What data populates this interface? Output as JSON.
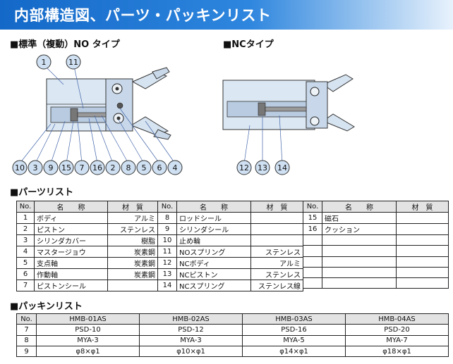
{
  "title": "内部構造図、パーツ・パッキンリスト",
  "diagram": {
    "no_heading": "■標準（複動）NO タイプ",
    "nc_heading": "■NCタイプ",
    "no_callouts": [
      "1",
      "11",
      "10",
      "3",
      "9",
      "15",
      "7",
      "16",
      "2",
      "8",
      "5",
      "6",
      "4"
    ],
    "nc_callouts": [
      "12",
      "13",
      "14"
    ]
  },
  "parts": {
    "heading": "■パーツリスト",
    "headers": {
      "no": "No.",
      "name": "名　　称",
      "material": "材　質"
    },
    "col1": [
      {
        "no": "1",
        "name": "ボディ",
        "material": "アルミ"
      },
      {
        "no": "2",
        "name": "ピストン",
        "material": "ステンレス"
      },
      {
        "no": "3",
        "name": "シリンダカバー",
        "material": "樹脂"
      },
      {
        "no": "4",
        "name": "マスタージョウ",
        "material": "炭素鋼"
      },
      {
        "no": "5",
        "name": "支点軸",
        "material": "炭素鋼"
      },
      {
        "no": "6",
        "name": "作動軸",
        "material": "炭素鋼"
      },
      {
        "no": "7",
        "name": "ピストンシール",
        "material": ""
      }
    ],
    "col2": [
      {
        "no": "8",
        "name": "ロッドシール",
        "material": ""
      },
      {
        "no": "9",
        "name": "シリンダシール",
        "material": ""
      },
      {
        "no": "10",
        "name": "止め輪",
        "material": ""
      },
      {
        "no": "11",
        "name": "NOスプリング",
        "material": "ステンレス"
      },
      {
        "no": "12",
        "name": "NCボディ",
        "material": "アルミ"
      },
      {
        "no": "13",
        "name": "NCピストン",
        "material": "ステンレス"
      },
      {
        "no": "14",
        "name": "NCスプリング",
        "material": "ステンレス線"
      }
    ],
    "col3": [
      {
        "no": "15",
        "name": "磁石",
        "material": ""
      },
      {
        "no": "16",
        "name": "クッション",
        "material": ""
      }
    ]
  },
  "packing": {
    "heading": "■パッキンリスト",
    "headers": [
      "No.",
      "HMB-01AS",
      "HMB-02AS",
      "HMB-03AS",
      "HMB-04AS"
    ],
    "rows": [
      [
        "7",
        "PSD-10",
        "PSD-12",
        "PSD-16",
        "PSD-20"
      ],
      [
        "8",
        "MYA-3",
        "MYA-3",
        "MYA-5",
        "MYA-7"
      ],
      [
        "9",
        "φ8×φ1",
        "φ10×φ1",
        "φ14×φ1",
        "φ18×φ1"
      ]
    ]
  },
  "colors": {
    "banner": "#1469c8",
    "body_fill": "#dbe7f3",
    "callout_fill": "#cfe0f2"
  }
}
